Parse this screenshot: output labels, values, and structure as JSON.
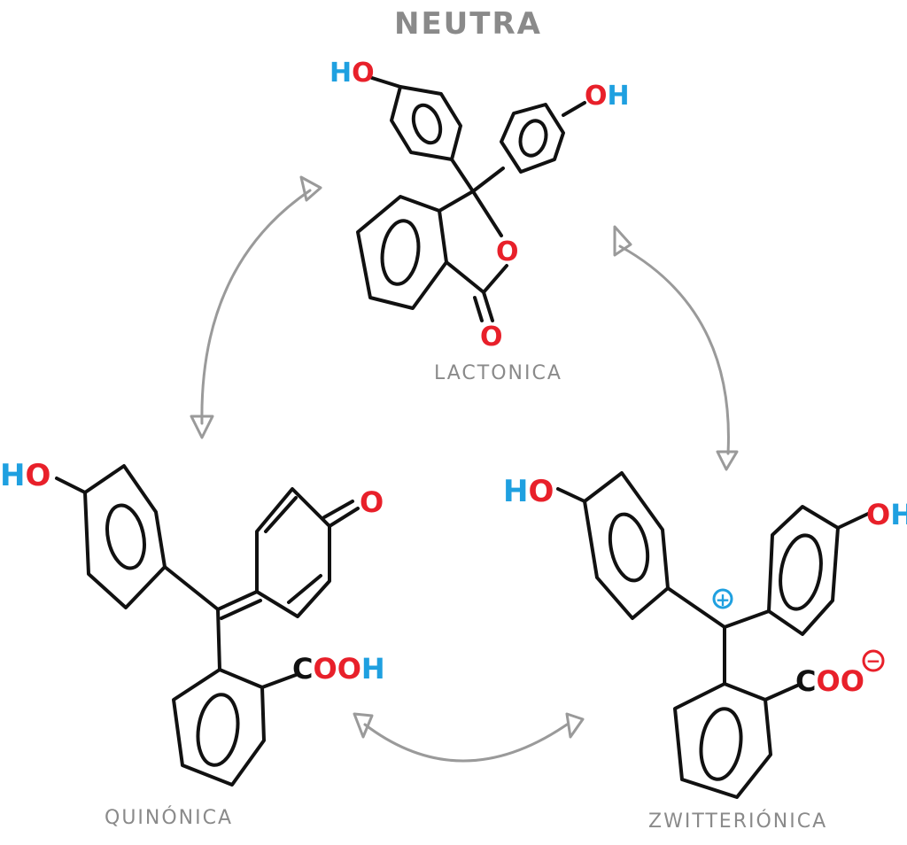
{
  "title": "NEUTRA",
  "structures": {
    "lactonica": {
      "label": "LACTONICA",
      "ho_left": {
        "h": "H",
        "o": "O"
      },
      "oh_right": {
        "o": "O",
        "h": "H"
      },
      "ring_o": "O",
      "carbonyl_o": "O"
    },
    "quinonica": {
      "label": "QUINÓNICA",
      "ho": {
        "h": "H",
        "o": "O"
      },
      "quinone_o": "O",
      "acid": {
        "c": "C",
        "o": "OO",
        "h": "H"
      }
    },
    "zwitterionica": {
      "label": "ZWITTERIÓNICA",
      "ho": {
        "h": "H",
        "o": "O"
      },
      "oh": {
        "o": "O",
        "h": "H"
      },
      "plus": "+",
      "carboxylate": {
        "c": "C",
        "o": "OO",
        "minus": "−"
      }
    }
  },
  "colors": {
    "bond": "#111111",
    "oxygen": "#e8202a",
    "hydrogen": "#1fa0e0",
    "label": "#8a8a8a",
    "arrow": "#9a9a9a"
  }
}
